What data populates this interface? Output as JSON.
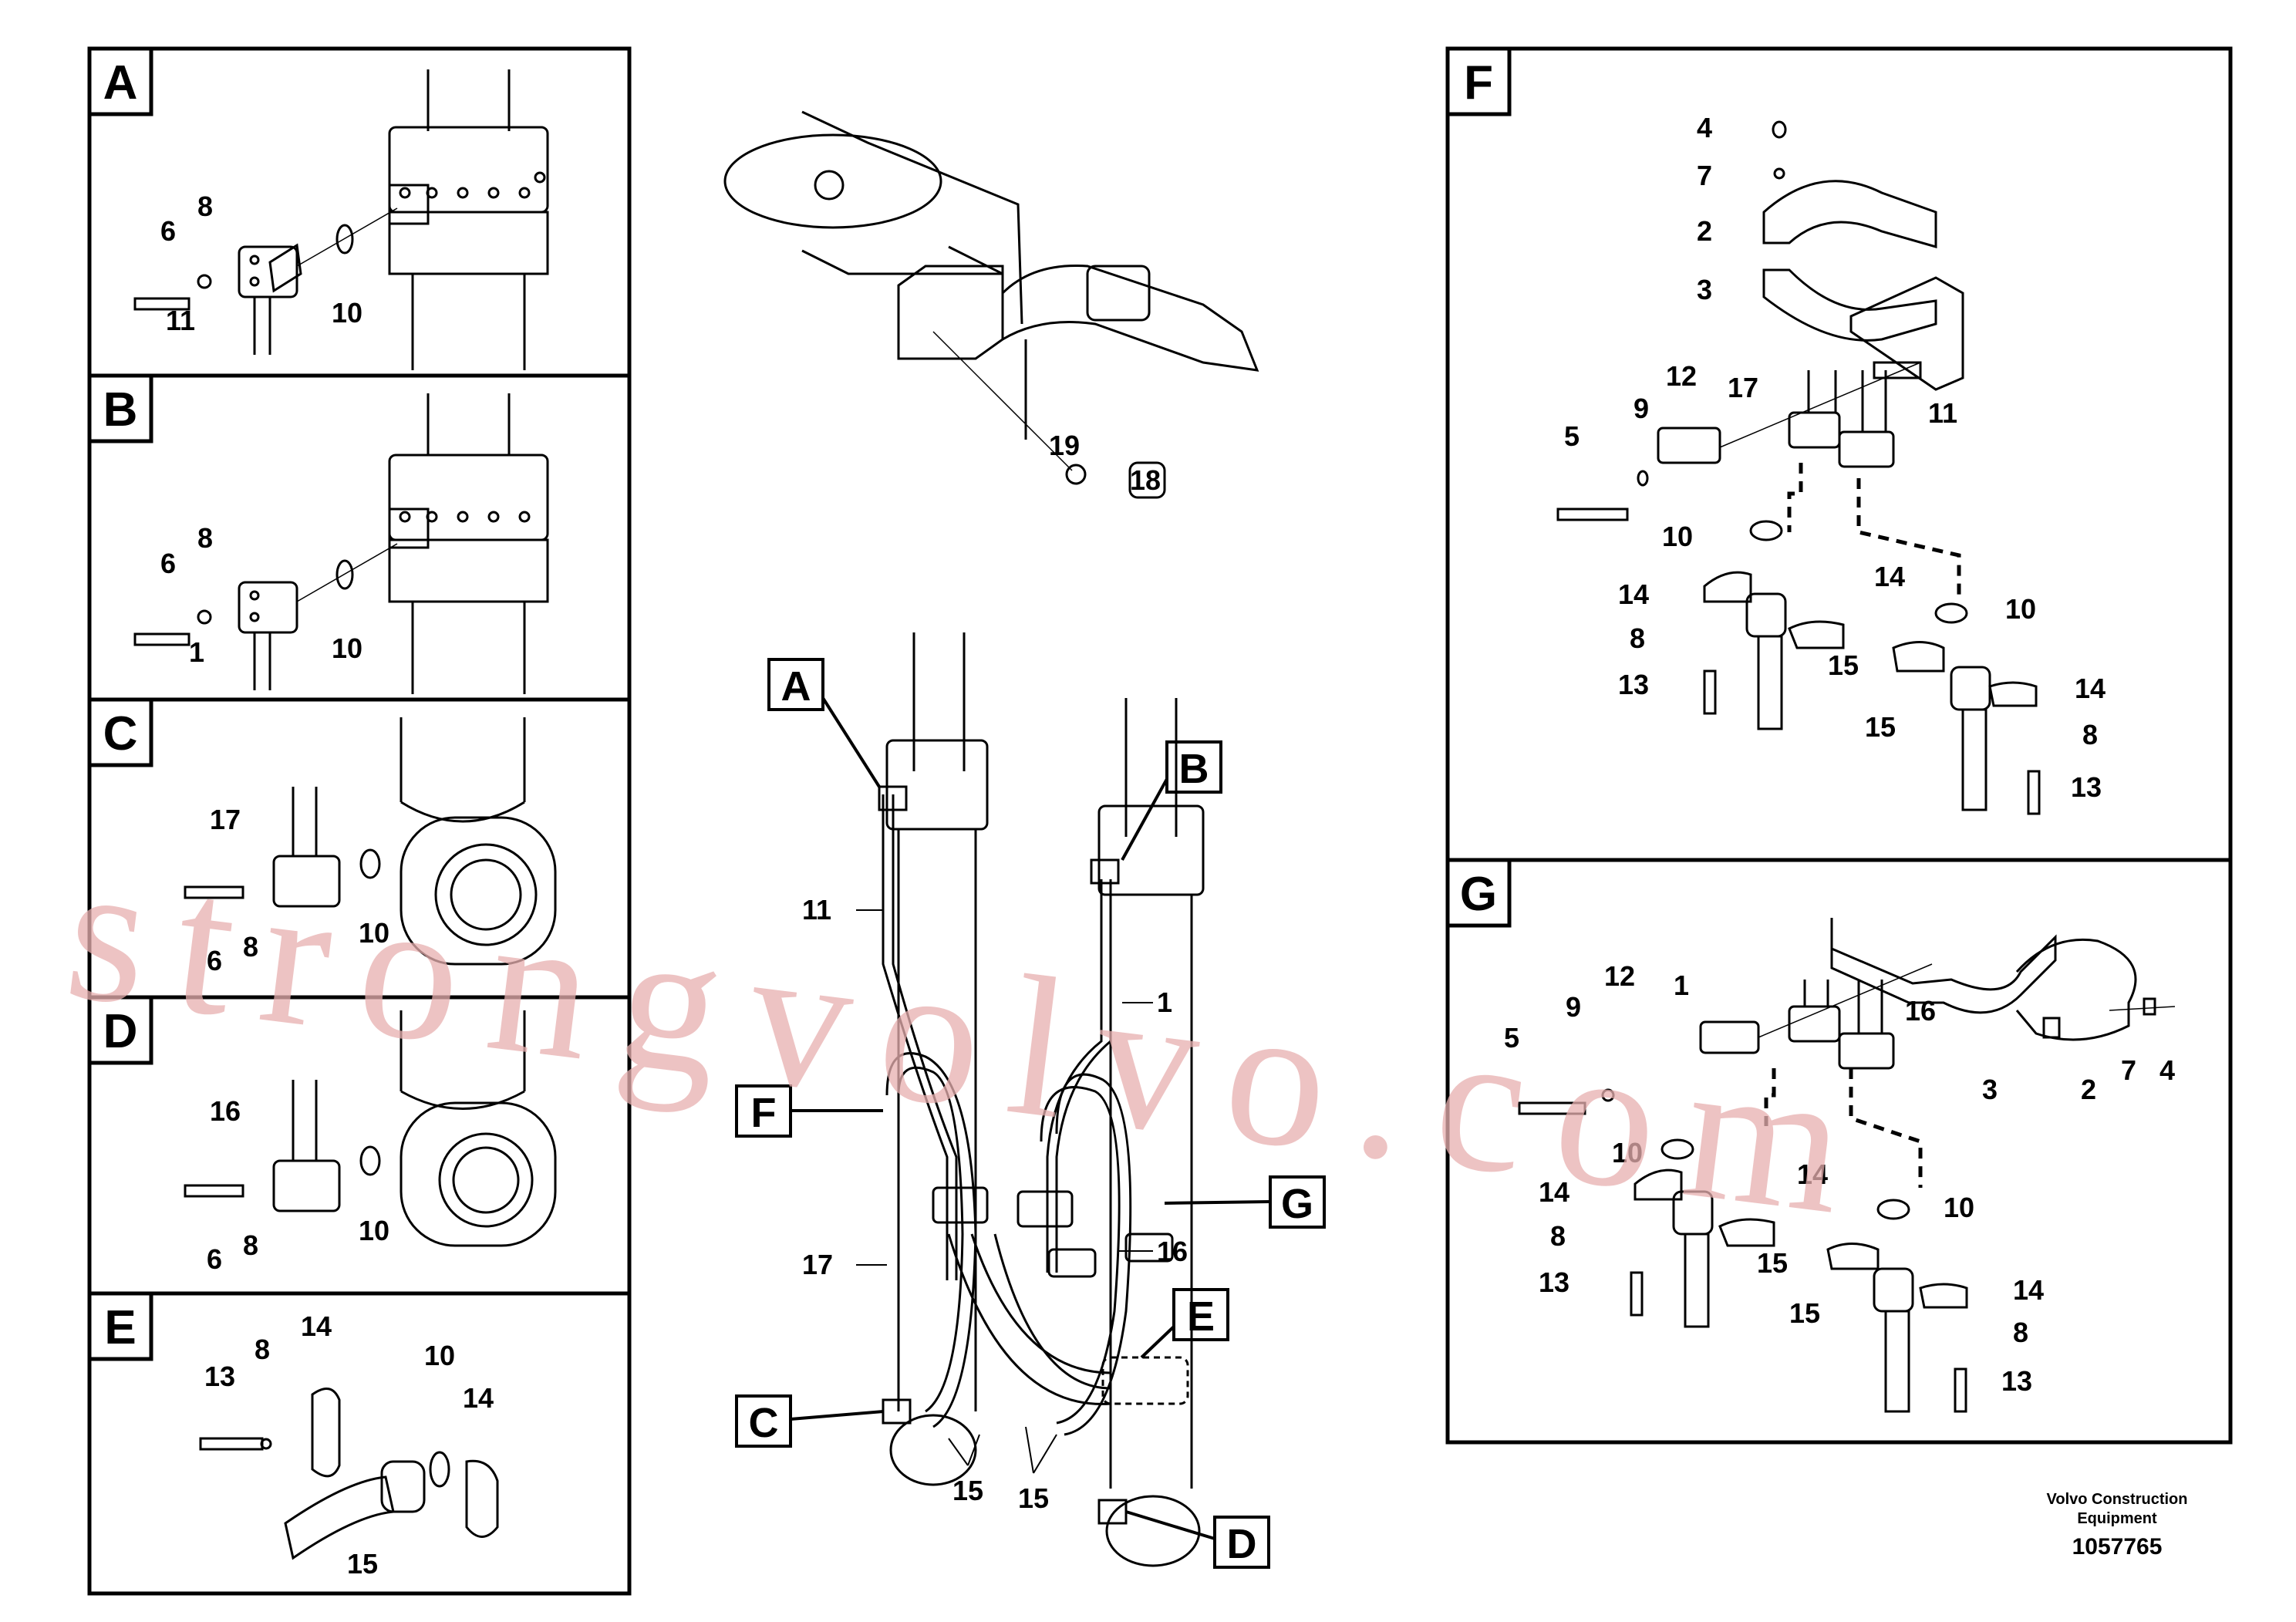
{
  "panels": {
    "A": {
      "letter": "A",
      "labels": [
        "6",
        "8",
        "11",
        "10"
      ]
    },
    "B": {
      "letter": "B",
      "labels": [
        "6",
        "8",
        "1",
        "10"
      ]
    },
    "C": {
      "letter": "C",
      "labels": [
        "17",
        "6",
        "8",
        "10"
      ]
    },
    "D": {
      "letter": "D",
      "labels": [
        "16",
        "6",
        "8",
        "10"
      ]
    },
    "E": {
      "letter": "E",
      "labels": [
        "13",
        "8",
        "14",
        "10",
        "14",
        "15"
      ]
    },
    "F": {
      "letter": "F",
      "labels": [
        "4",
        "7",
        "2",
        "3",
        "12",
        "17",
        "11",
        "5",
        "9",
        "10",
        "14",
        "8",
        "13",
        "15",
        "14",
        "10",
        "14",
        "15",
        "8",
        "13"
      ]
    },
    "G": {
      "letter": "G",
      "labels": [
        "12",
        "1",
        "16",
        "9",
        "5",
        "3",
        "2",
        "7",
        "4",
        "10",
        "14",
        "8",
        "13",
        "15",
        "14",
        "10",
        "15",
        "14",
        "8",
        "13"
      ]
    }
  },
  "top_detail": {
    "labels": [
      "19",
      "18"
    ]
  },
  "main_view": {
    "callouts": [
      "A",
      "B",
      "F",
      "G",
      "E",
      "C",
      "D"
    ],
    "labels": [
      "11",
      "1",
      "17",
      "16",
      "15",
      "15"
    ]
  },
  "watermark": "strongvolvo.com",
  "credit": {
    "line1": "Volvo Construction",
    "line2": "Equipment",
    "number": "1057765"
  }
}
